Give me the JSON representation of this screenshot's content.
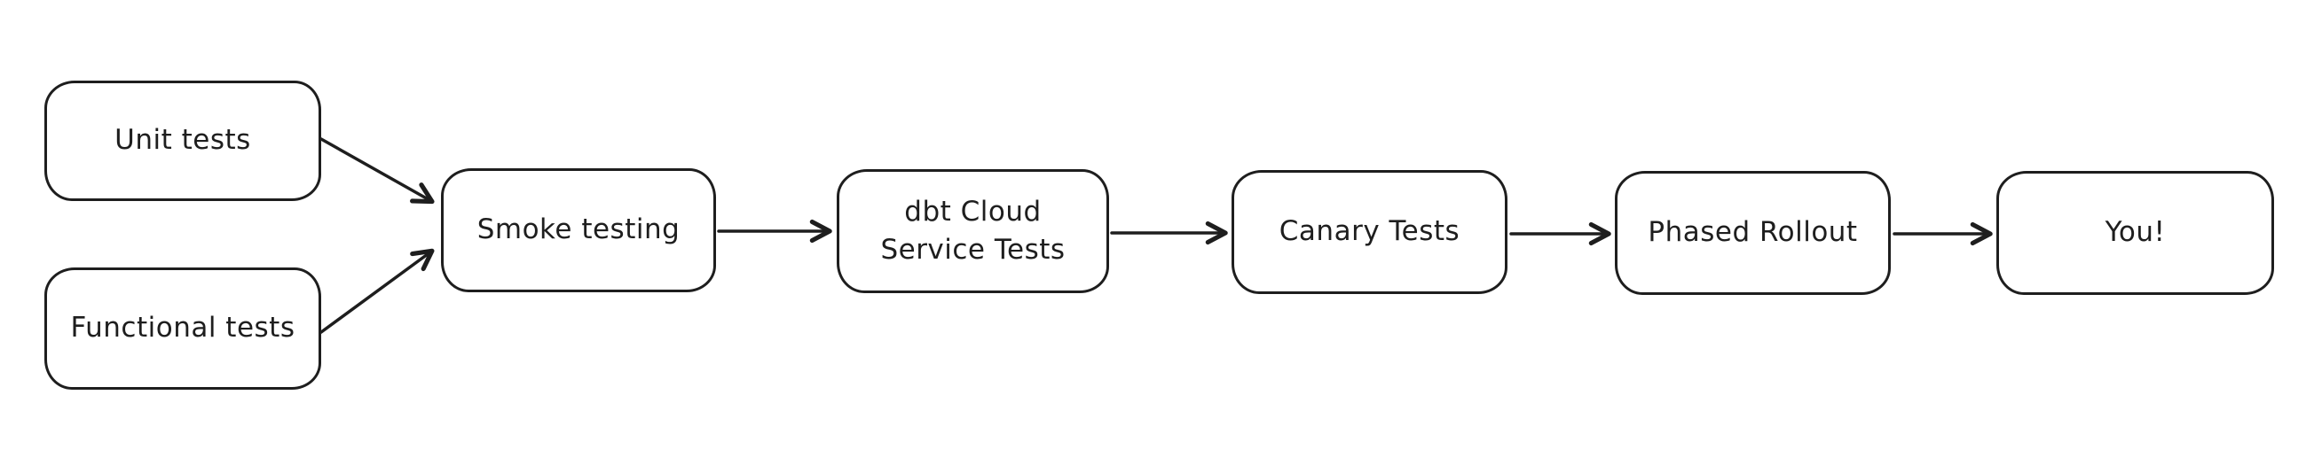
{
  "diagram": {
    "background_color": "#ffffff",
    "stroke_color": "#1e1e1e",
    "nodes": {
      "unit": {
        "label": "Unit tests"
      },
      "functional": {
        "label": "Functional tests"
      },
      "smoke": {
        "label": "Smoke testing"
      },
      "dbt": {
        "label": "dbt Cloud\nService Tests"
      },
      "canary": {
        "label": "Canary Tests"
      },
      "phased": {
        "label": "Phased Rollout"
      },
      "you": {
        "label": "You!"
      }
    },
    "edges": [
      {
        "from": "unit",
        "to": "smoke"
      },
      {
        "from": "functional",
        "to": "smoke"
      },
      {
        "from": "smoke",
        "to": "dbt"
      },
      {
        "from": "dbt",
        "to": "canary"
      },
      {
        "from": "canary",
        "to": "phased"
      },
      {
        "from": "phased",
        "to": "you"
      }
    ]
  }
}
